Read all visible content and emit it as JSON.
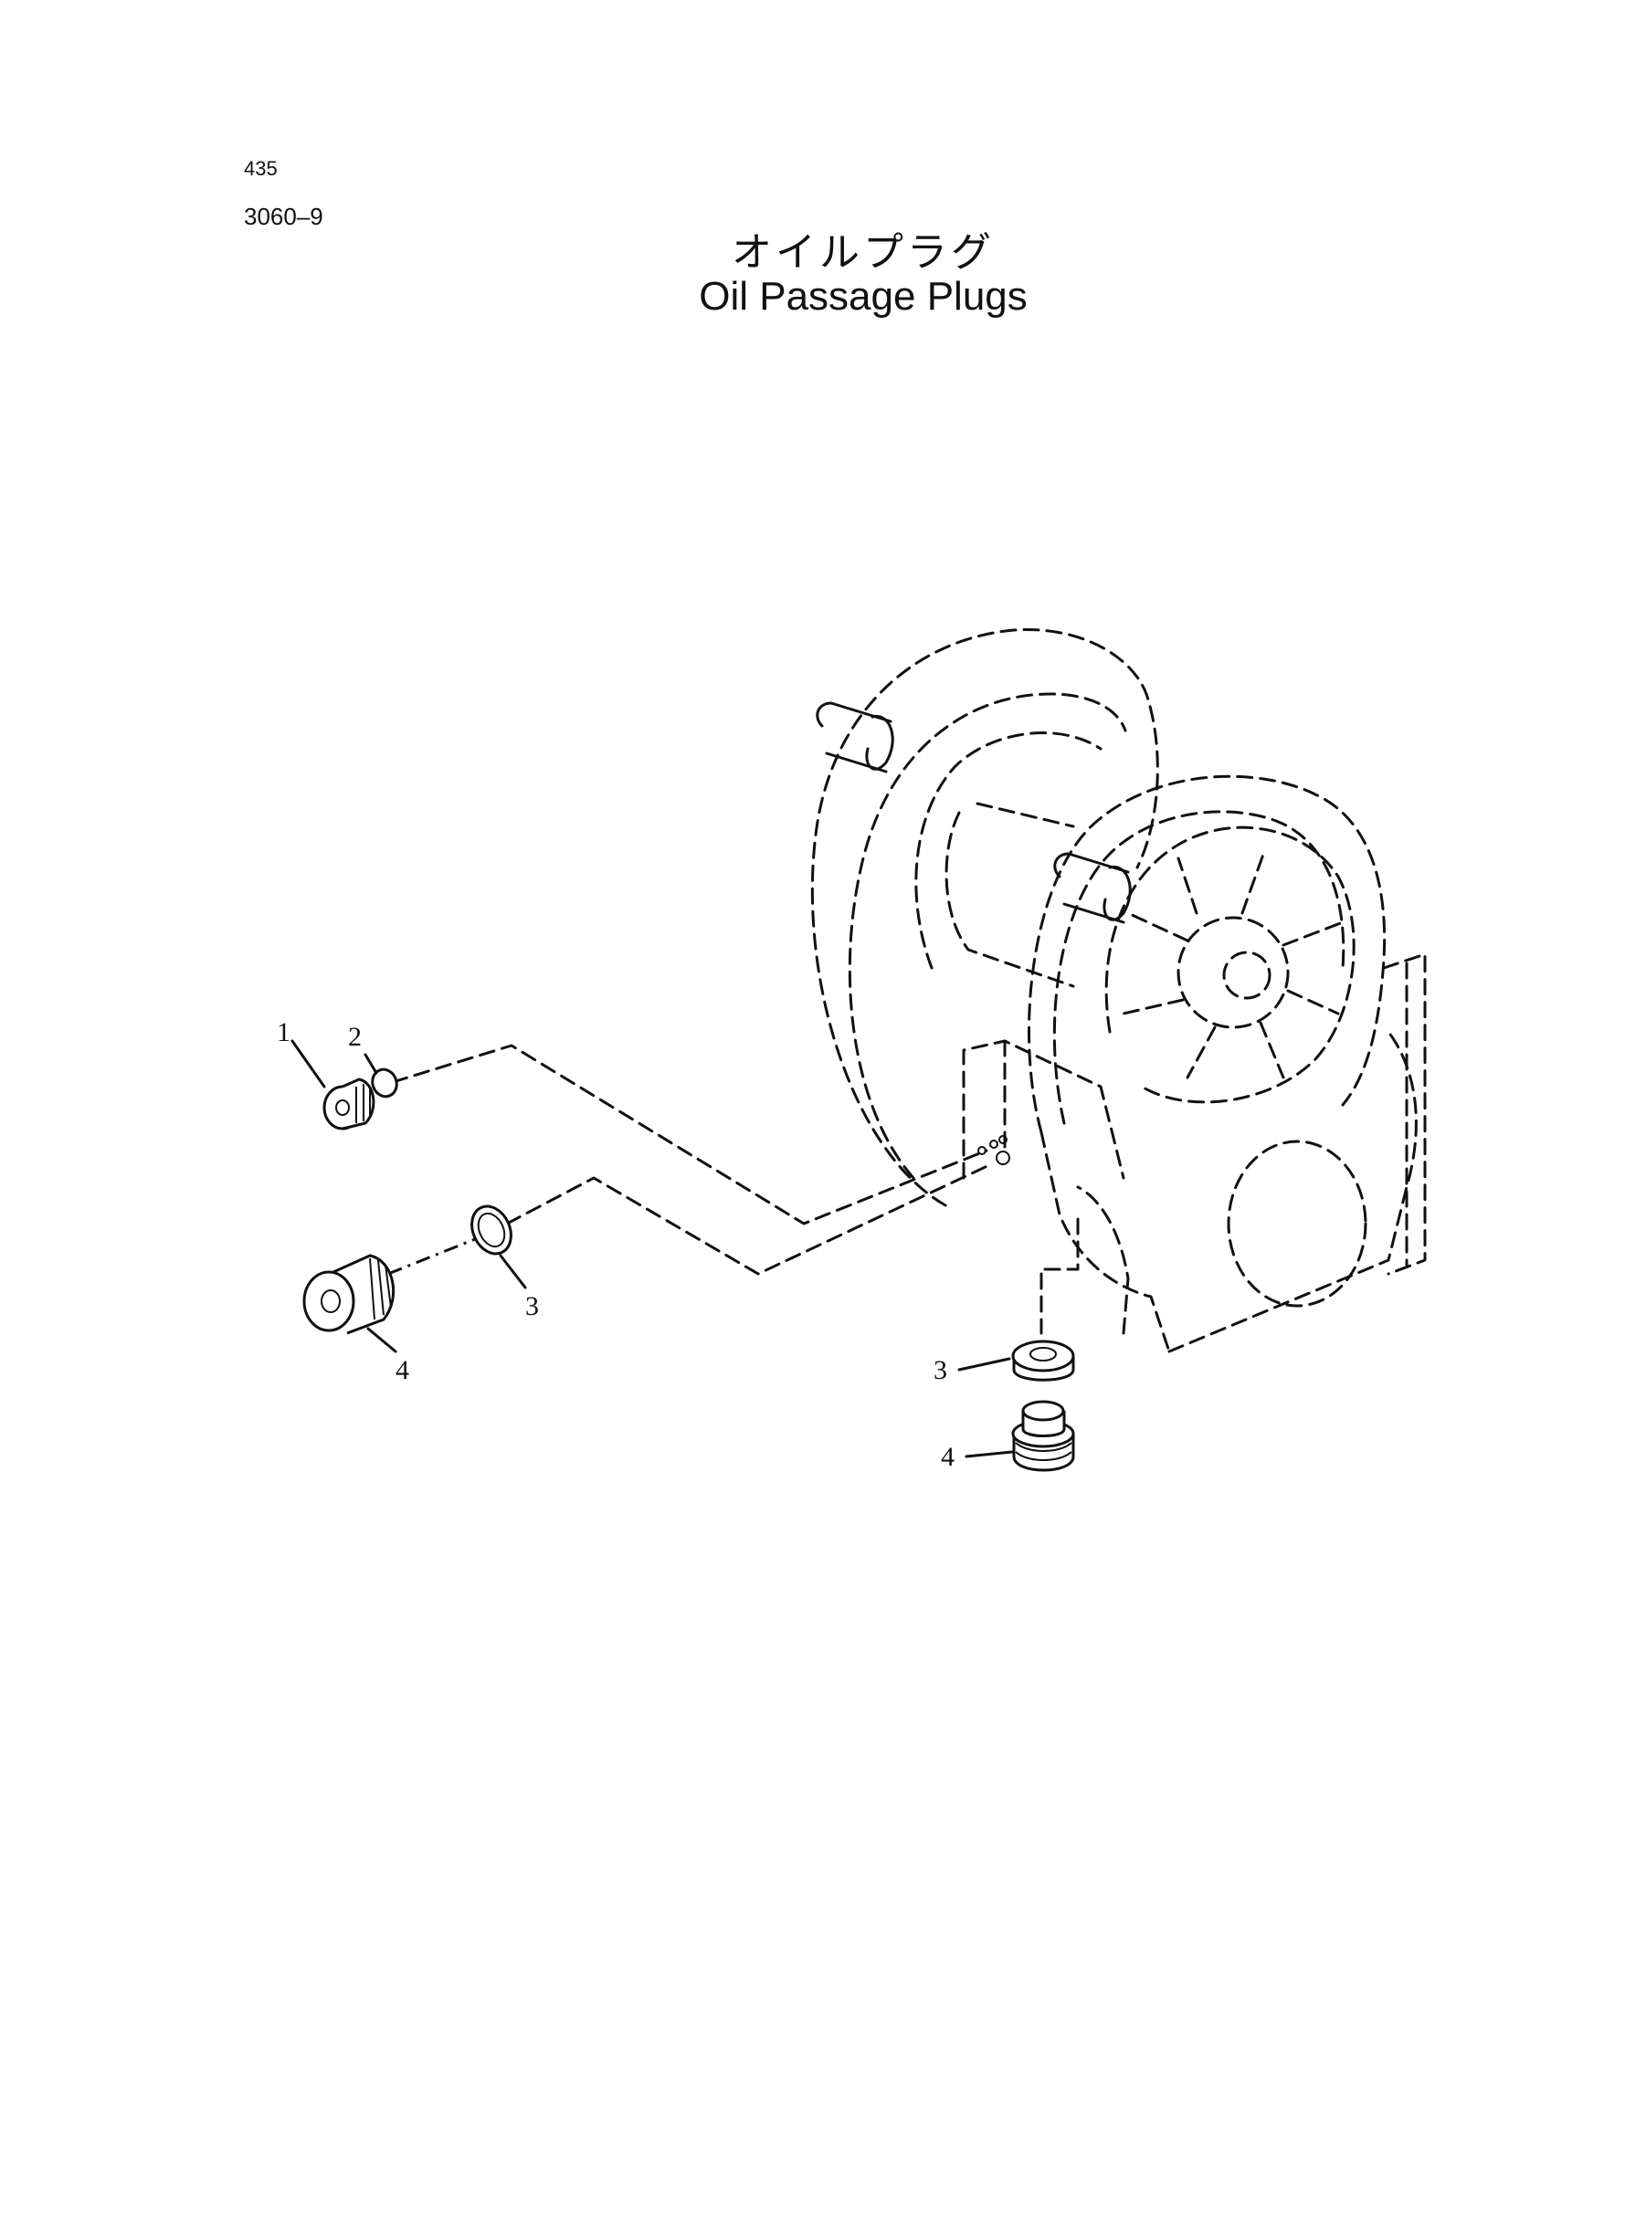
{
  "header": {
    "page_number": "435",
    "figure_number": "3060–9",
    "title_japanese": "オイルプラグ",
    "title_english": "Oil Passage Plugs"
  },
  "callouts": {
    "plug_small": "1",
    "oring_small": "2",
    "gasket_left": "3",
    "plug_large_left": "4",
    "gasket_lower": "3",
    "plug_lower": "4"
  }
}
